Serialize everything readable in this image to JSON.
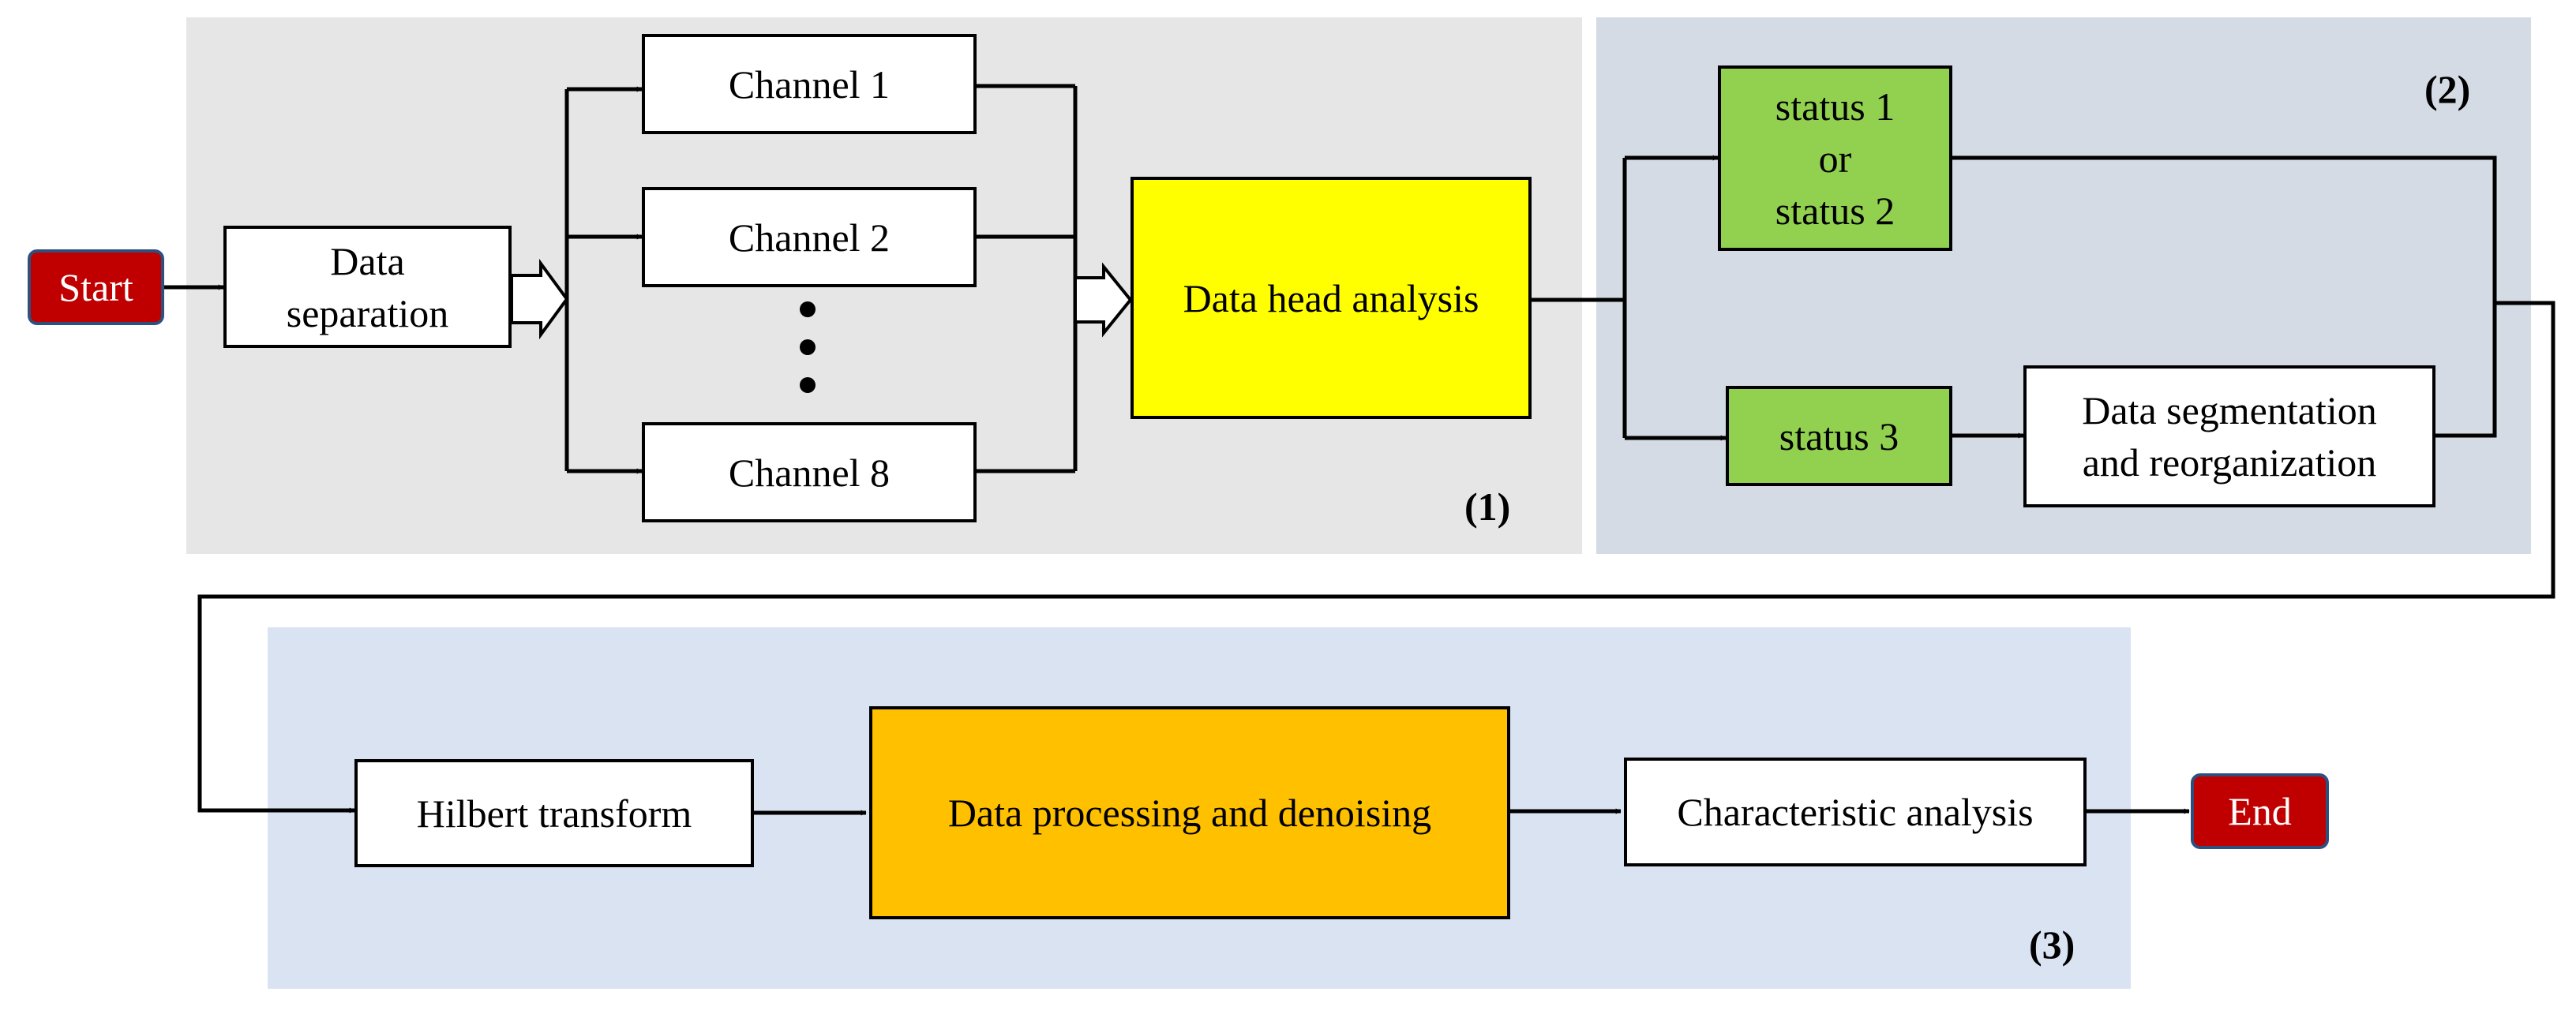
{
  "colors": {
    "region1": "#e6e6e6",
    "region2": "#d5dbe5",
    "region3": "#dae3f2",
    "terminal": "#c00000",
    "status": "#92d050",
    "head": "#ffff00",
    "denoise": "#ffc000"
  },
  "sections": {
    "s1": "(1)",
    "s2": "(2)",
    "s3": "(3)"
  },
  "nodes": {
    "start": "Start",
    "separation": {
      "line1": "Data",
      "line2": "separation"
    },
    "ch1": "Channel 1",
    "ch2": "Channel 2",
    "ch8": "Channel 8",
    "head": "Data head analysis",
    "status12": {
      "line1": "status 1",
      "line2": "or",
      "line3": "status 2"
    },
    "status3": "status 3",
    "segmentation": {
      "line1": "Data segmentation",
      "line2": "and reorganization"
    },
    "hilbert": "Hilbert transform",
    "denoise": "Data processing and denoising",
    "characteristic": "Characteristic analysis",
    "end": "End"
  }
}
